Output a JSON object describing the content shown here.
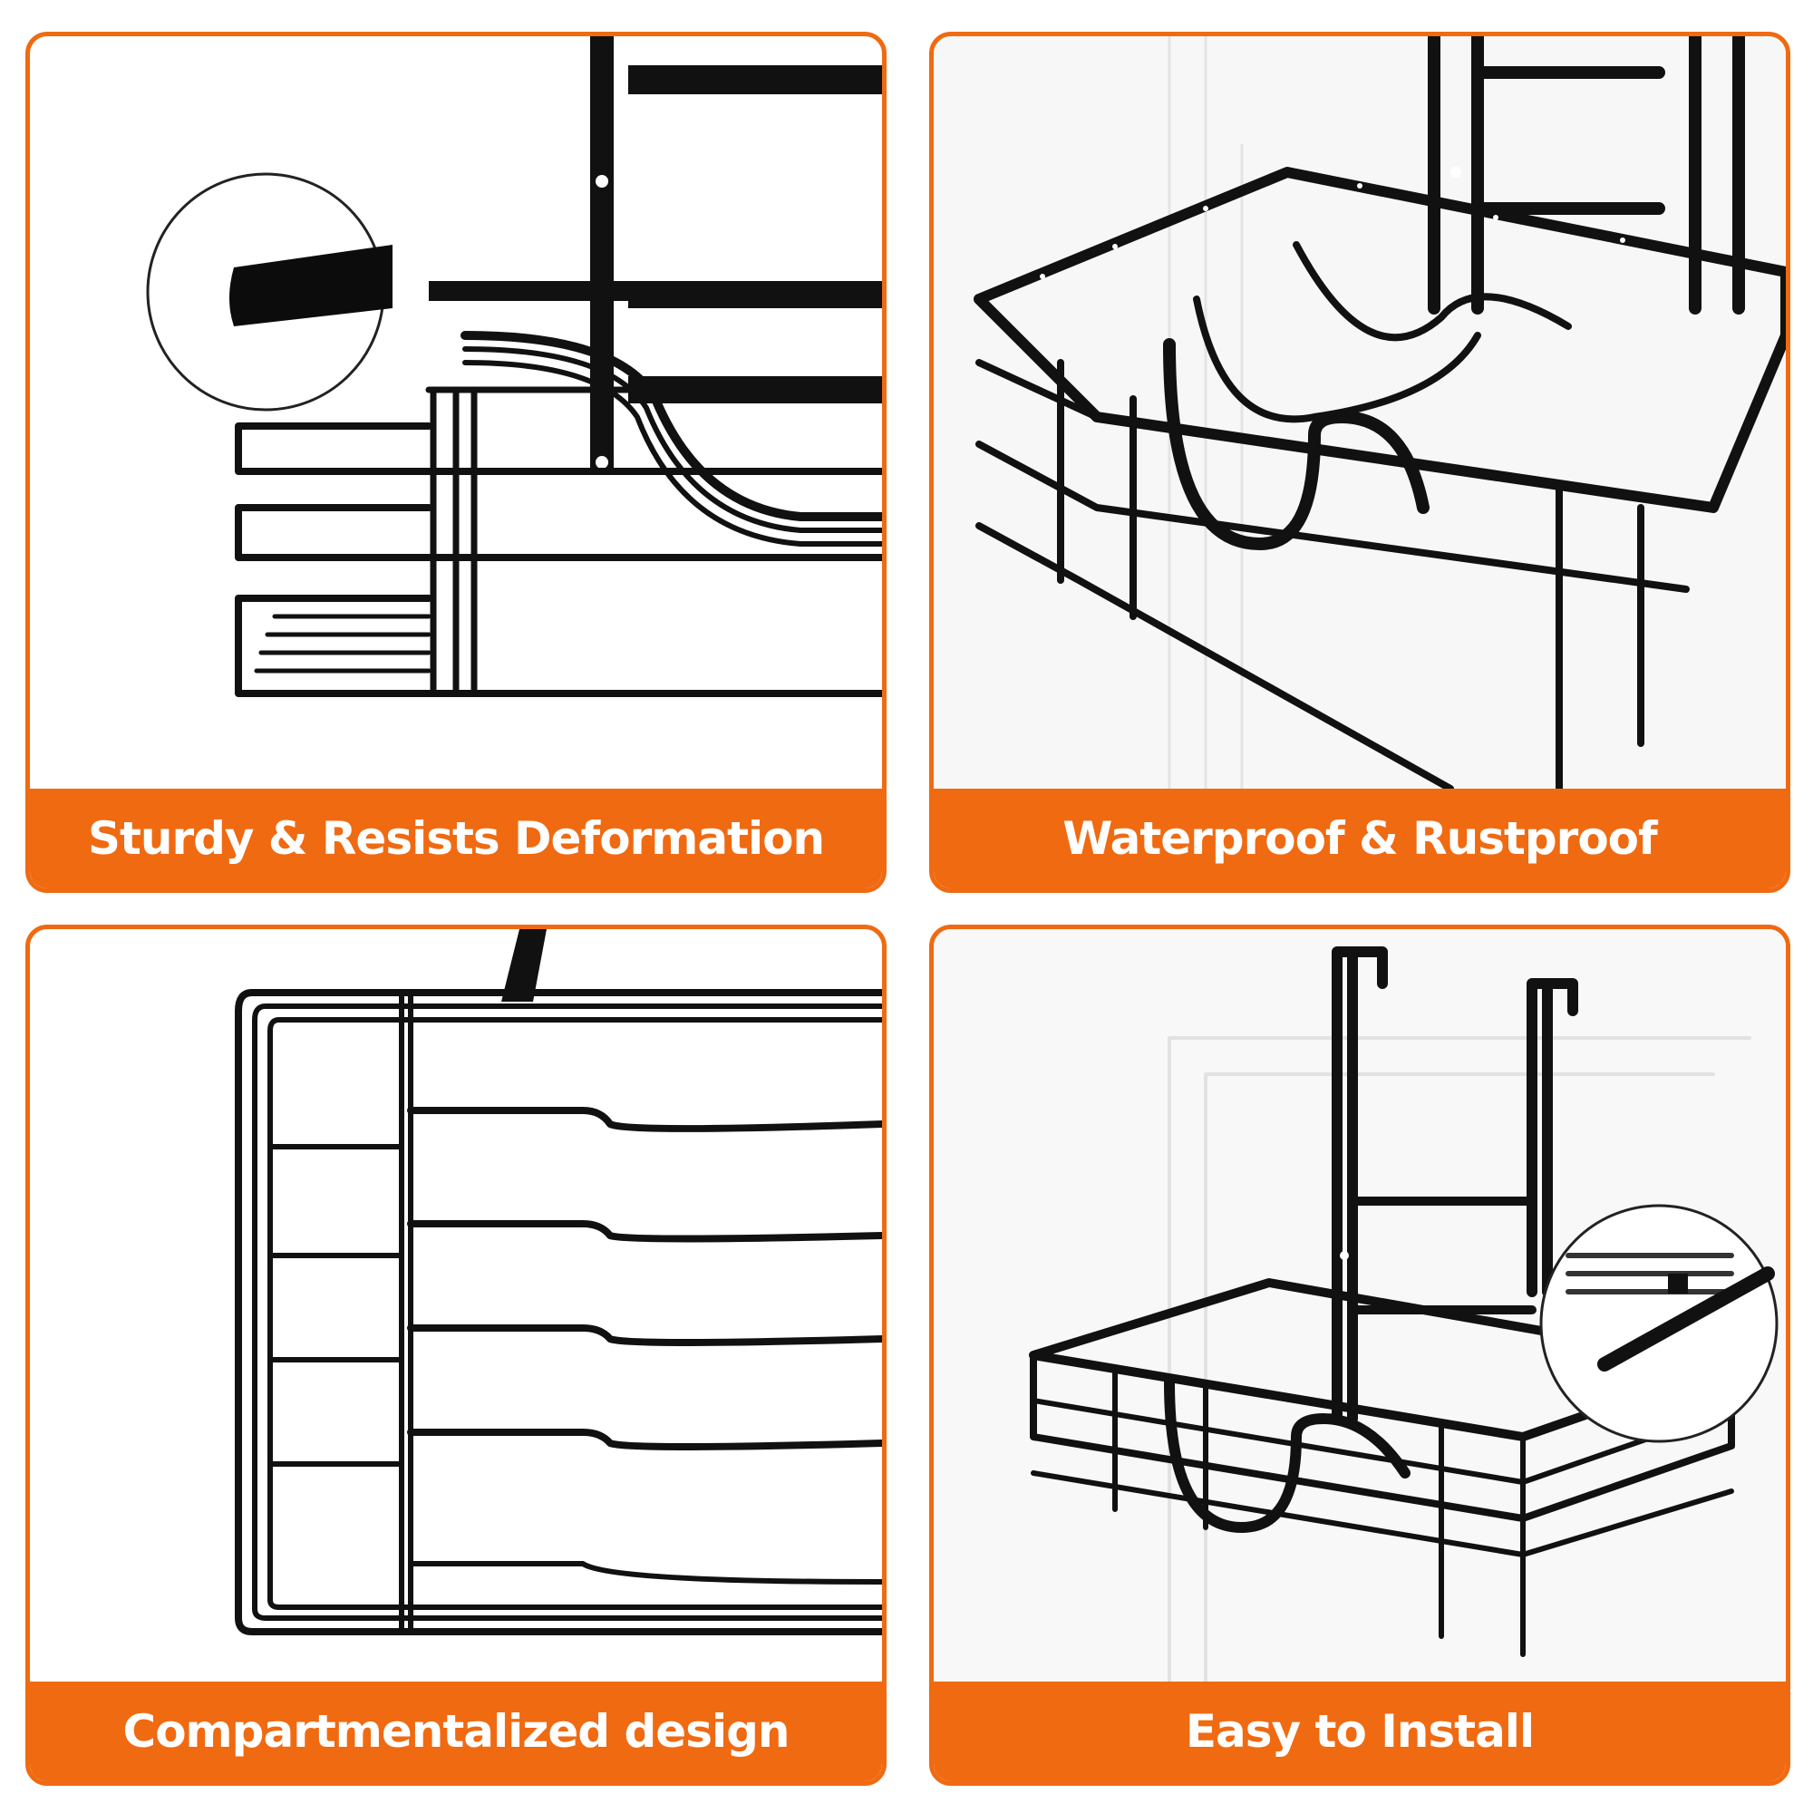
{
  "colors": {
    "accent": "#f06a12",
    "caption_text": "#ffffff",
    "wire": "#111111"
  },
  "panels": [
    {
      "caption": "Sturdy & Resists Deformation",
      "image": "rack-detail-closeup"
    },
    {
      "caption": "Waterproof & Rustproof",
      "image": "wet-basket-on-door"
    },
    {
      "caption": "Compartmentalized design",
      "image": "basket-top-view"
    },
    {
      "caption": "Easy to Install",
      "image": "over-door-basket-with-hook-closeup"
    }
  ]
}
